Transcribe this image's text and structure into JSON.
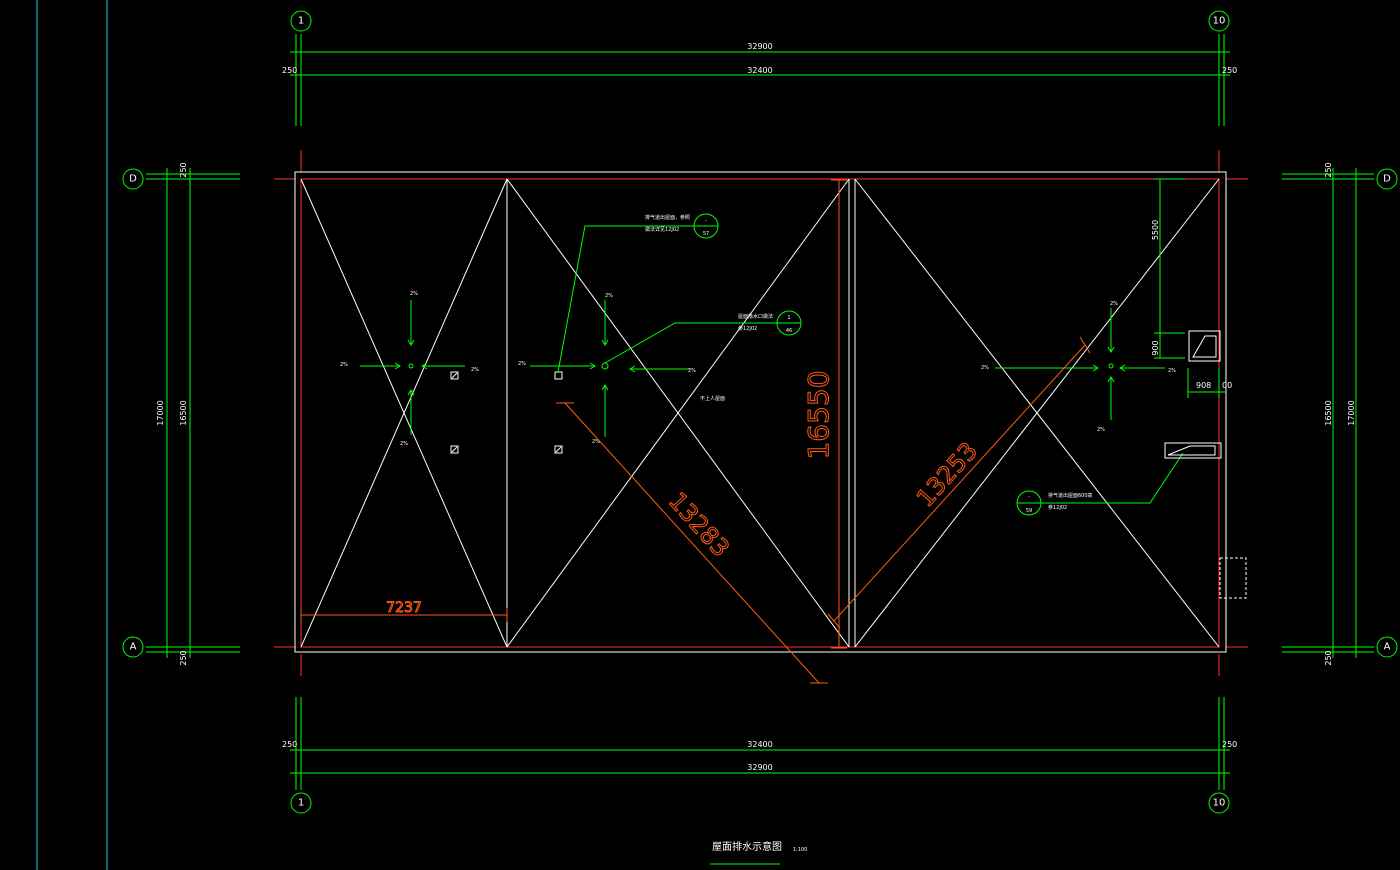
{
  "drawing": {
    "title": "屋面排水示意图",
    "scale": "1:100"
  },
  "grid_labels": {
    "col_left": "1",
    "col_right": "10",
    "row_top": "D",
    "row_bottom": "A"
  },
  "dimensions": {
    "overall_width": "32900",
    "axis_width": "32400",
    "edge_offset": "250",
    "overall_depth": "17000",
    "axis_depth": "16500",
    "hatch_offset": "5500",
    "hatch_size": "900",
    "hatch_width": "908",
    "hatch_width_b": "00"
  },
  "orange_dimensions": {
    "bay_width": "7237",
    "diag_1": "13283",
    "diag_2": "13253",
    "total_depth": "16550"
  },
  "slopes": {
    "value": "2%"
  },
  "callouts": [
    {
      "text1": "排气道出屋面，参照",
      "text2": "做法详见12J02",
      "top": "-",
      "bottom": "57"
    },
    {
      "text1": "屋面落水口做法",
      "text2": "参12J02",
      "top": "1",
      "bottom": "46"
    },
    {
      "text1": "排气道出屋面600高",
      "text2": "参12J02",
      "top": "-",
      "bottom": "59"
    }
  ],
  "roof_note": "不上人屋面",
  "colors": {
    "background": "#000000",
    "dimension": "#00ff00",
    "outline": "#ffffff",
    "axis": "#ff3030",
    "measure": "#ff5a14",
    "border": "#19d3d3"
  }
}
